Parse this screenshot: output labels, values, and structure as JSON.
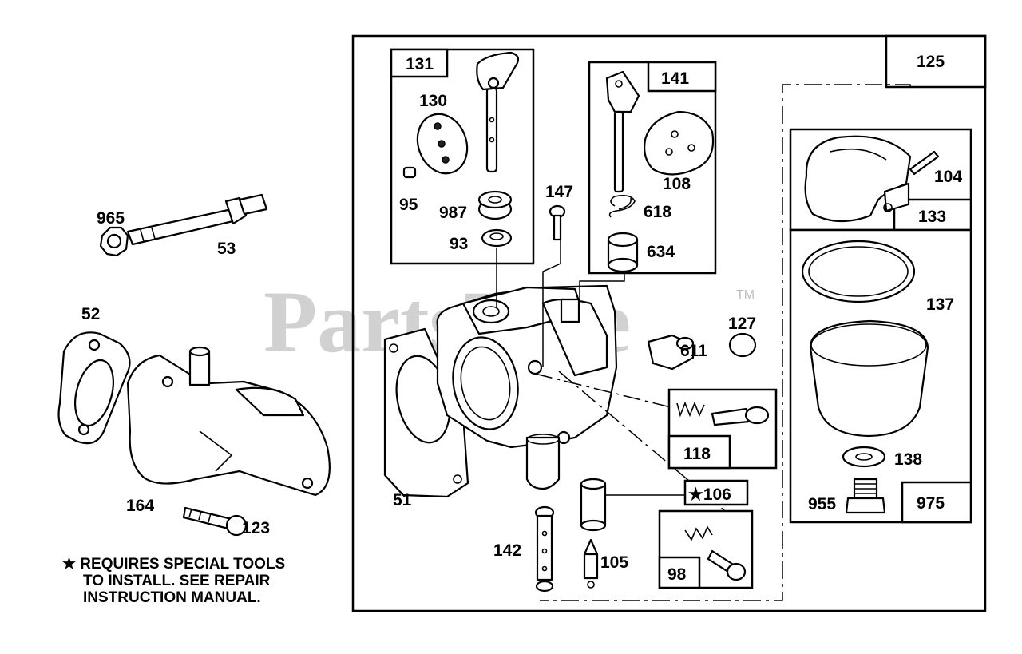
{
  "watermark": "PartsTree",
  "trademark": "TM",
  "labels": {
    "p965": "965",
    "p53": "53",
    "p52": "52",
    "p164": "164",
    "p123": "123",
    "p131": "131",
    "p130": "130",
    "p95": "95",
    "p987": "987",
    "p93": "93",
    "p147": "147",
    "p141": "141",
    "p108": "108",
    "p618": "618",
    "p634": "634",
    "p125": "125",
    "p104": "104",
    "p133": "133",
    "p137": "137",
    "p138": "138",
    "p955": "955",
    "p975": "975",
    "p127": "127",
    "p611": "611",
    "p118": "118",
    "p106": "★106",
    "p98": "98",
    "p142": "142",
    "p105": "105",
    "p51": "51"
  },
  "note": {
    "line1": "★ REQUIRES SPECIAL TOOLS",
    "line2": "TO INSTALL.  SEE REPAIR",
    "line3": "INSTRUCTION MANUAL."
  }
}
